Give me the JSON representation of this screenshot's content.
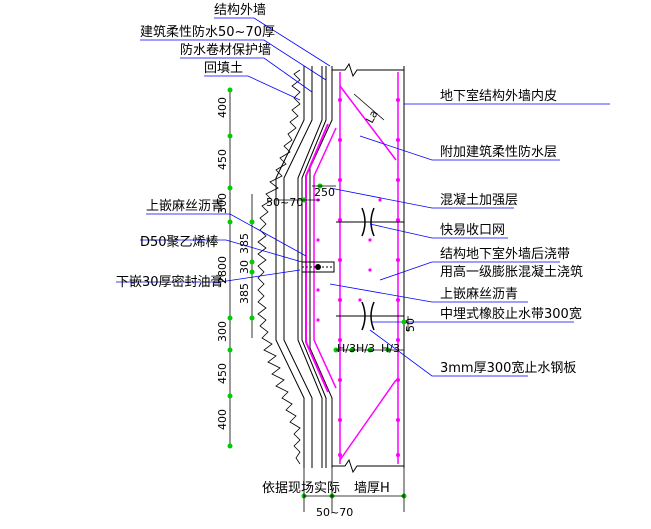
{
  "labels_left": {
    "top": [
      "结构外墙",
      "建筑柔性防水50~70厚",
      "防水卷材保护墙",
      "回填土"
    ],
    "mid": [
      "上嵌麻丝沥青",
      "D50聚乙烯棒",
      "下嵌30厚密封油膏"
    ]
  },
  "labels_right": [
    "地下室结构外墙内皮",
    "附加建筑柔性防水层",
    "混凝土加强层",
    "快易收口网",
    "结构地下室外墙后浇带",
    "用高一级膨胀混凝土浇筑",
    "上嵌麻丝沥青",
    "中埋式橡胶止水带300宽",
    "3mm厚300宽止水钢板"
  ],
  "dims_vertical": [
    "400",
    "450",
    "300",
    "2800",
    "385",
    "30",
    "385",
    "300",
    "450",
    "400"
  ],
  "dims_misc": {
    "la": "La",
    "w250": "250",
    "w50_70": "50~70",
    "w50": "50",
    "h3": "H/3",
    "bottom_left": "依据现场实际",
    "bottom_right": "墙厚H",
    "bottom_dim": "50~70"
  },
  "colors": {
    "magenta": "#ff00ff",
    "blue": "#0000ff",
    "green": "#00cc00",
    "line": "#000000"
  }
}
